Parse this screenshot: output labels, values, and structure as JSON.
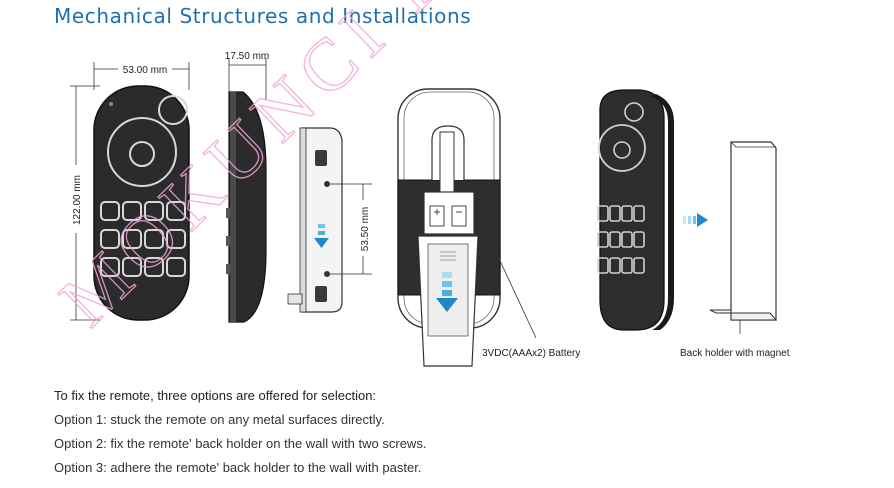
{
  "title": "Mechanical Structures and Installations",
  "dimensions": {
    "width": "53.00 mm",
    "depth": "17.50 mm",
    "height": "122.00 mm",
    "holder_spacing": "53.50 mm"
  },
  "captions": {
    "battery": "3VDC(AAAx2) Battery",
    "holder": "Back holder with magnet"
  },
  "watermark": "MOKUNCI IT",
  "instructions": {
    "intro": "To fix the remote, three options are offered for selection:",
    "options": [
      "Option 1: stuck the remote on any metal surfaces directly.",
      "Option 2: fix the remote' back holder on the wall with two screws.",
      "Option 3: adhere the remote' back holder to the wall with paster."
    ]
  }
}
